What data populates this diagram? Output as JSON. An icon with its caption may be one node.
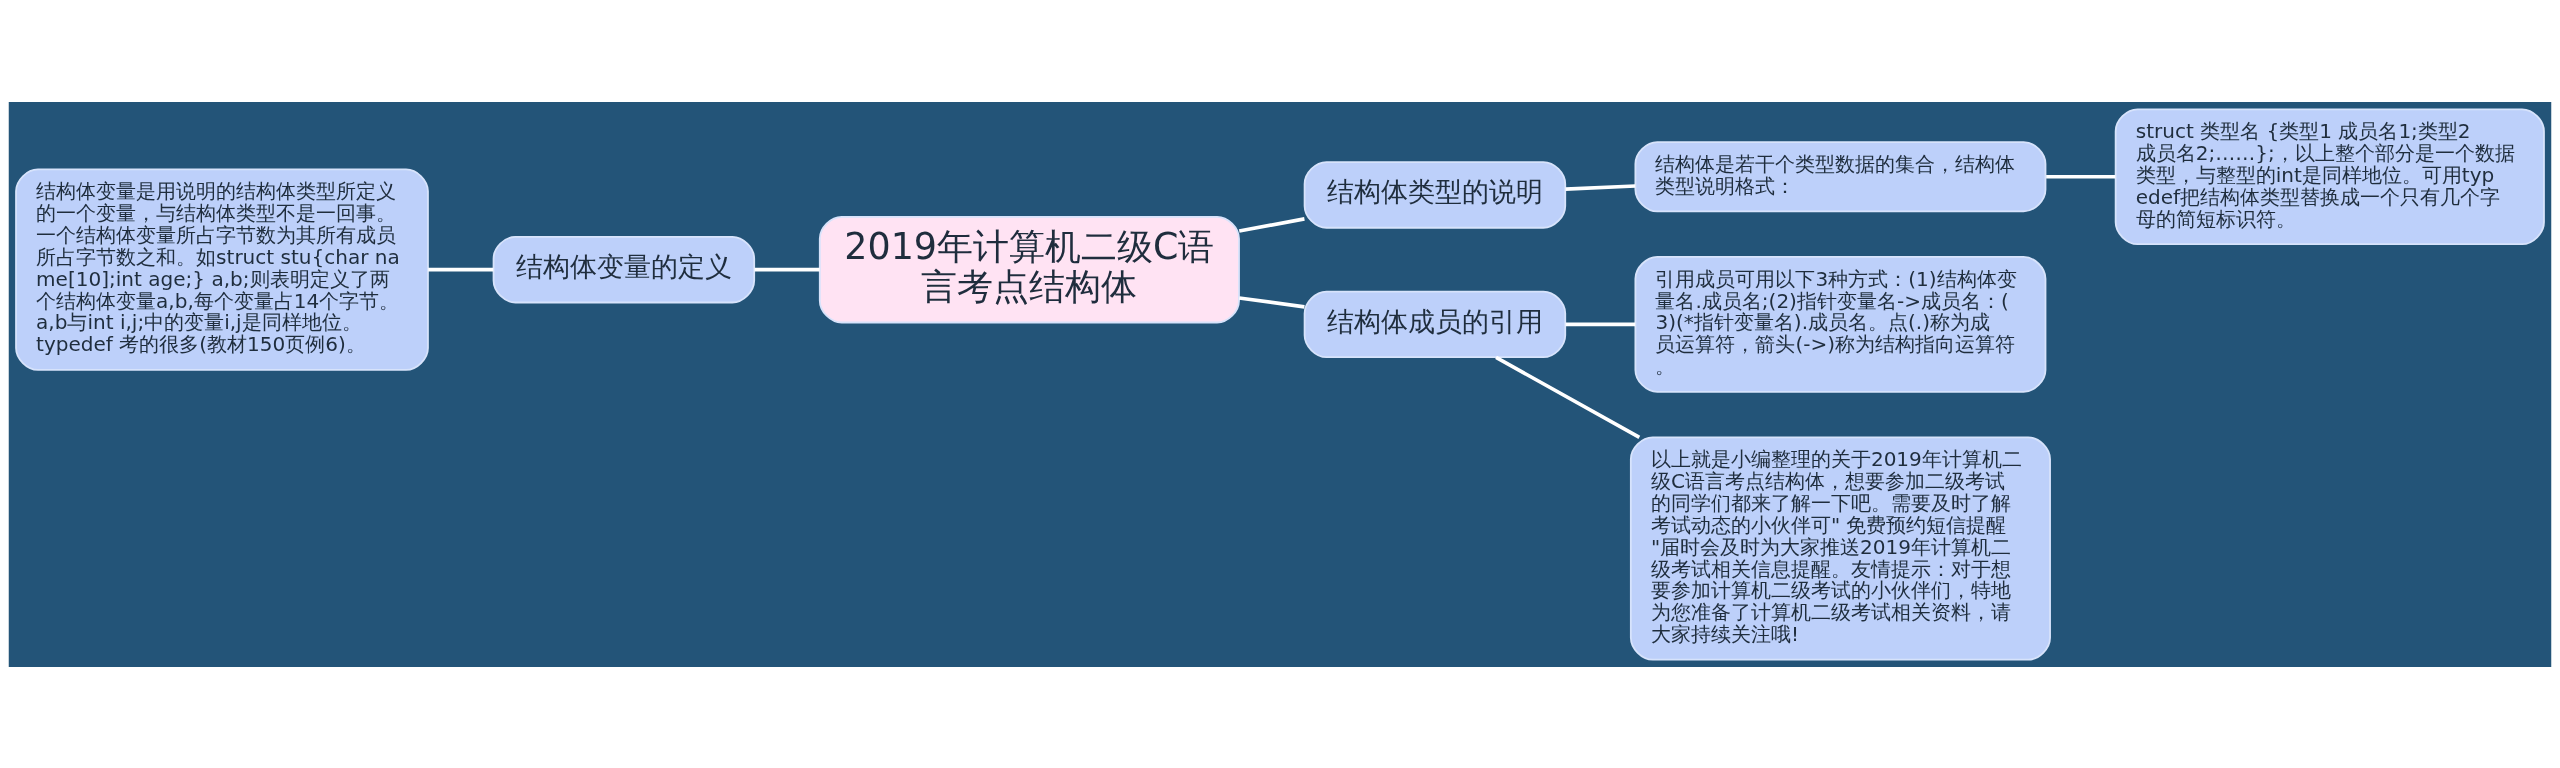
{
  "diagram": {
    "nodes": [
      {
        "text": [
          "2019年计算机二级C语言考点结构体"
        ]
      },
      {
        "text": [
          "结构体变量的定义"
        ]
      },
      {
        "text": [
          "结构体变量是用说明的结构体类型所定义的一个变量，与结构体类型不是一回事。一个结构体变量所占字节数为其所有成员所占字节数之和。如struct stu{char name[10];int age;} a,b;则表明定义了两个结构体变量a,b,每个变量占14个字节。a,b与int i,j;中的变量i,j是同样地位。typedef 考的很多(教材150页例6)。"
        ]
      },
      {
        "text": [
          "结构体类型的说明"
        ]
      },
      {
        "text": [
          "结构体是若干个类型数据的集合，结构体类型说明格式："
        ]
      },
      {
        "text": [
          "struct 类型名 {类型1 成员名1;类型2 成员名2;……};，以上整个部分是一个数据类型，与整型的int是同样地位。可用typedef把结构体类型替换成一个只有几个字母的简短标识符。"
        ]
      },
      {
        "text": [
          "结构体成员的引用"
        ]
      },
      {
        "text": [
          "引用成员可用以下3种方式：(1)结构体变量名.成员名;(2)指针变量名->成员名：(3)(*指针变量名).成员名。点(.)称为成员运算符，箭头(->)称为结构指向运算符。"
        ]
      },
      {
        "text": [
          "以上就是小编整理的关于2019年计算机二级C语言考点结构体，想要参加二级考试的同学们都来了解一下吧。需要及时了解考试动态的小伙伴可\" 免费预约短信提醒\"届时会及时为大家推送2019年计算机二级考试相关信息提醒。友情提示：对于想要参加计算机二级考试的小伙伴们，特地为您准备了计算机二级考试相关资料，请大家持续关注哦!"
        ]
      }
    ],
    "edges": [
      {
        "from": 0,
        "to": 1,
        "arrow": "none"
      },
      {
        "from": 1,
        "to": 2,
        "arrow": "none"
      },
      {
        "from": 0,
        "to": 3,
        "arrow": "none"
      },
      {
        "from": 3,
        "to": 4,
        "arrow": "none"
      },
      {
        "from": 4,
        "to": 5,
        "arrow": "none"
      },
      {
        "from": 0,
        "to": 6,
        "arrow": "none"
      },
      {
        "from": 6,
        "to": 7,
        "arrow": "none"
      },
      {
        "from": 6,
        "to": 8,
        "arrow": "none"
      }
    ]
  }
}
